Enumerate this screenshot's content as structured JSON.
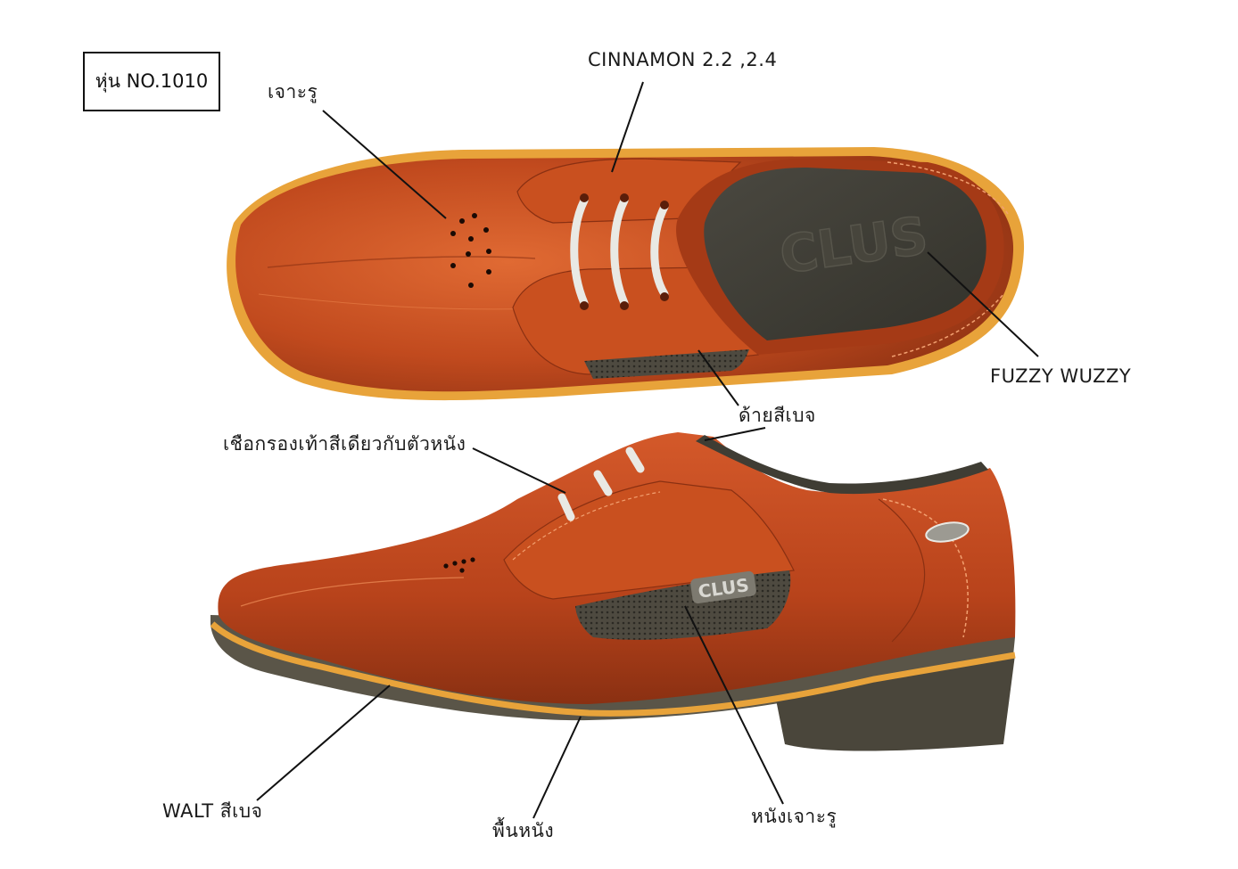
{
  "model": "หุ่น NO.1010",
  "labels": {
    "perforation": "เจาะรู",
    "cinnamon": "CINNAMON 2.2 ,2.4",
    "fuzzy": "FUZZY WUZZY",
    "thread": "ด้ายสีเบจ",
    "laces": "เชือกรองเท้าสีเดียวกับตัวหนัง",
    "walt": "WALT สีเบจ",
    "sole": "พื้นหนัง",
    "perforated_leather": "หนังเจาะรู"
  },
  "brand_logo": "CLUS",
  "colors": {
    "leather": "#b9441c",
    "leather_light": "#d8612c",
    "leather_dark": "#7a2a10",
    "welt": "#e8a33a",
    "sole": "#5a5548",
    "insole": "#3f3d34",
    "laces": "#e9e9e4",
    "line": "#111111"
  }
}
